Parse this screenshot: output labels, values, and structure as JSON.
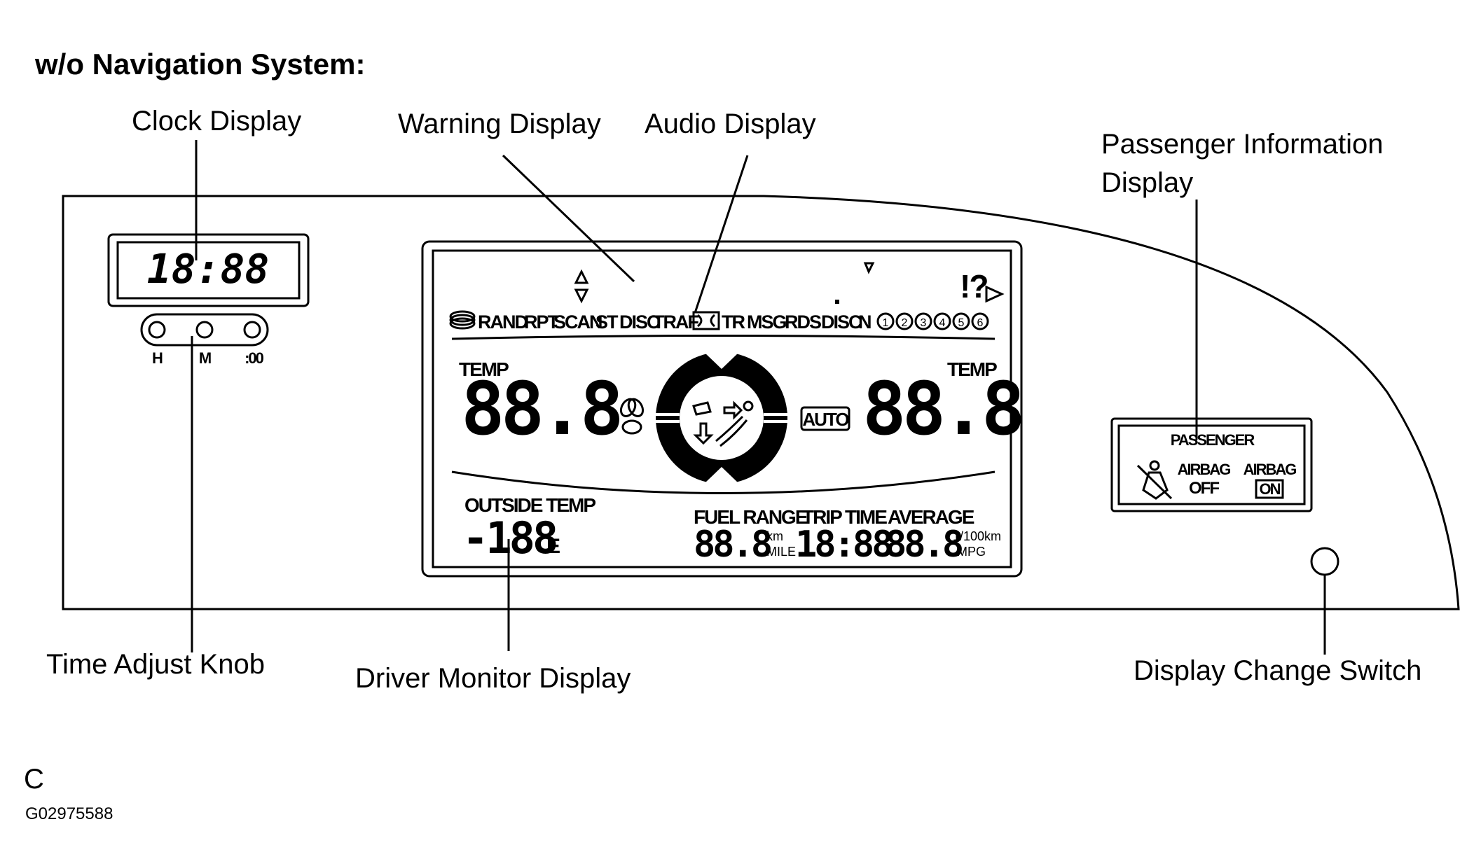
{
  "heading": "w/o Navigation System:",
  "callouts": {
    "clock_display": "Clock Display",
    "warning_display": "Warning Display",
    "audio_display": "Audio Display",
    "passenger_info_line1": "Passenger Information",
    "passenger_info_line2": "Display",
    "time_adjust_knob": "Time Adjust Knob",
    "driver_monitor_display": "Driver Monitor Display",
    "display_change_switch": "Display Change Switch"
  },
  "clock": {
    "time": "18:88",
    "knob_labels": [
      "H",
      "M",
      ":00"
    ]
  },
  "audio_row": {
    "items": [
      "RAND",
      "RPT",
      "SCAN",
      "ST",
      "DISC",
      "TRAF",
      "TR",
      "MSG",
      "RDS",
      "DISC",
      "N"
    ],
    "presets": [
      "1",
      "2",
      "3",
      "4",
      "5",
      "6"
    ],
    "warning_symbol": "!?"
  },
  "climate": {
    "left_temp_label": "TEMP",
    "left_temp_value": "88.8",
    "right_temp_label": "TEMP",
    "right_temp_value": "88.8",
    "auto_label": "AUTO"
  },
  "driver_monitor": {
    "outside_temp_label": "OUTSIDE TEMP",
    "outside_temp_value": "-188",
    "outside_temp_unit": "E",
    "fuel_range_label": "FUEL RANGE",
    "fuel_range_value": "88.8",
    "fuel_range_unit_top": "km",
    "fuel_range_unit_bottom": "MILE",
    "trip_time_label": "TRIP TIME",
    "trip_time_value": "18:88",
    "average_label": "AVERAGE",
    "average_value": "88.8",
    "average_unit_top": "1/100km",
    "average_unit_bottom": "MPG"
  },
  "passenger_panel": {
    "title": "PASSENGER",
    "airbag_off_line1": "AIRBAG",
    "airbag_off_line2": "OFF",
    "airbag_on_line1": "AIRBAG",
    "airbag_on_line2": "ON"
  },
  "footer": {
    "letter": "C",
    "code": "G02975588"
  }
}
